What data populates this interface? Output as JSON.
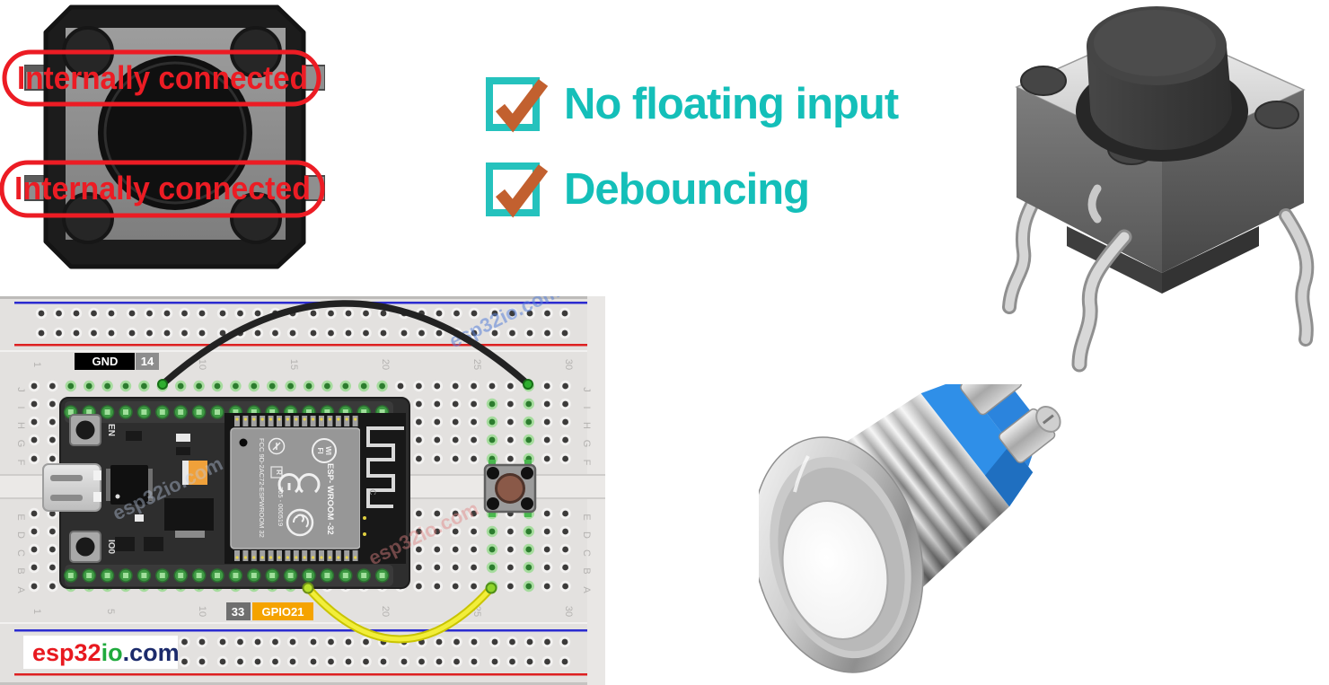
{
  "annotations": {
    "internally_connected_top": "Internally connected",
    "internally_connected_bottom": "Internally connected",
    "color": "#ec1c24"
  },
  "checklist": {
    "items": [
      {
        "label": "No floating input"
      },
      {
        "label": "Debouncing"
      }
    ],
    "text_color": "#14bfb9",
    "check_color": "#c2602f",
    "box_color": "#25c2bd"
  },
  "breadboard": {
    "pin_labels": {
      "gnd": "GND",
      "gnd_pin_number": "14",
      "gpio_pin_number": "33",
      "gpio": "GPIO21",
      "gpio_label_color": "#f5a300"
    },
    "logo": {
      "part1": "esp32",
      "part2": "io",
      "part3": ".com",
      "color1": "#e8191f",
      "color2": "#1faa3c",
      "color3": "#1b2a6b"
    },
    "watermark": "esp32io.com",
    "column_numbers": [
      "1",
      "5",
      "10",
      "15",
      "20",
      "25",
      "30"
    ],
    "row_letters_top": [
      "J",
      "I",
      "H",
      "G",
      "F"
    ],
    "row_letters_bottom": [
      "E",
      "D",
      "C",
      "B",
      "A"
    ],
    "wire_colors": {
      "gnd_wire": "#222222",
      "gpio_wire": "#efe62a"
    },
    "esp32": {
      "en_button_label": "EN",
      "io0_button_label": "IO0",
      "module_fcc_text": "FCC 9D-2AC72-ESPWROOM 32",
      "module_serial_text": "205 - 000519",
      "module_name_text": "ESP- WROOM -32",
      "module_wifi_line1": "WI",
      "module_wifi_line2": "FI",
      "module_r_mark": "R",
      "module_c_mark": "C"
    }
  }
}
